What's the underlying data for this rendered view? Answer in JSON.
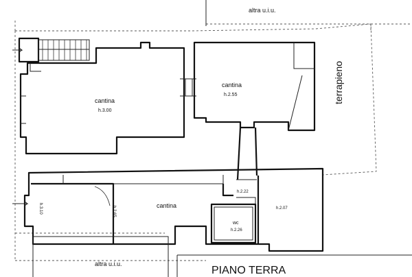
{
  "labels": {
    "altra_top": "altra u.i.u.",
    "altra_bottom": "altra u.i.u.",
    "terrapieno": "terrapieno",
    "cantina_1": "cantina",
    "cantina_1_h": "h.3.00",
    "cantina_2": "cantina",
    "cantina_2_h": "h.2.55",
    "cantina_3": "cantina",
    "h_left": "h.3.10",
    "h_mid": "h.2.65",
    "h_corr": "h.2.22",
    "h_right": "h.2.07",
    "wc": "wc",
    "wc_h": "h.2.26",
    "floor_title": "PIANO TERRA"
  }
}
